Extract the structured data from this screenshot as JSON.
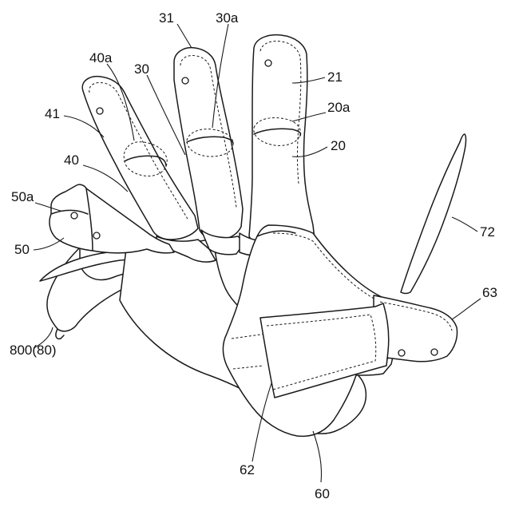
{
  "labels": {
    "l31": "31",
    "l30a": "30a",
    "l40a": "40a",
    "l30": "30",
    "l21": "21",
    "l41": "41",
    "l20a": "20a",
    "l20": "20",
    "l40": "40",
    "l50a": "50a",
    "l72": "72",
    "l50": "50",
    "l63": "63",
    "l800": "800(80)",
    "l62": "62",
    "l60": "60"
  }
}
